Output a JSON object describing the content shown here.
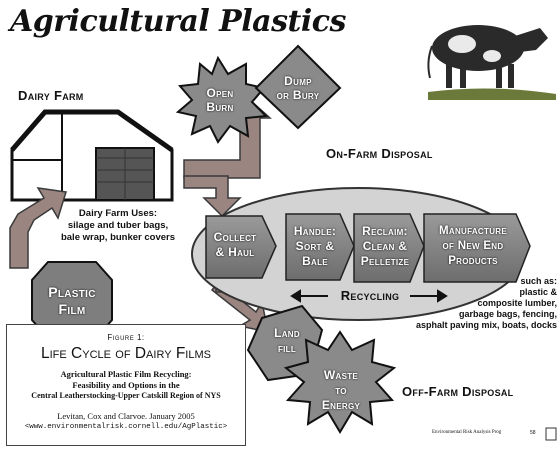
{
  "title": "Agricultural Plastics",
  "dairy_farm": {
    "label": "Dairy Farm",
    "uses": [
      "Dairy Farm Uses:",
      "silage and tuber bags,",
      "bale wrap, bunker covers"
    ]
  },
  "plastic_film": [
    "Plastic",
    "Film"
  ],
  "on_farm": {
    "open_burn": [
      "Open",
      "Burn"
    ],
    "dump_or_bury": [
      "Dump",
      "or Bury"
    ],
    "label": "On-Farm Disposal"
  },
  "recycling": {
    "steps": [
      {
        "lines": [
          "Collect",
          "& Haul"
        ]
      },
      {
        "lines": [
          "Handle:",
          "Sort &",
          "Bale"
        ]
      },
      {
        "lines": [
          "Reclaim:",
          "Clean &",
          "Pelletize"
        ]
      },
      {
        "lines": [
          "Manufacture",
          "of New End",
          "Products"
        ]
      }
    ],
    "label": "Recycling",
    "such_as": [
      "such as:",
      "plastic &",
      "composite lumber,",
      "garbage bags, fencing,",
      "asphalt paving mix, boats, docks"
    ]
  },
  "off_farm": {
    "landfill": [
      "Land",
      "fill"
    ],
    "waste_to_energy": [
      "Waste",
      "to",
      "Energy"
    ],
    "label": "Off-Farm Disposal"
  },
  "figure": {
    "number": "Figure 1:",
    "title": "Life Cycle of Dairy Films",
    "sub1": "Agricultural Plastic Film Recycling:",
    "sub2": "Feasibility and Options in the",
    "sub3": "Central Leatherstocking-Upper Catskill Region of NYS",
    "authors": "Levitan, Cox and Clarvoe. January 2005",
    "url": "<www.environmentalrisk.cornell.edu/AgPlastic>"
  },
  "footer": {
    "note": "Environmental Risk Analysis Prog",
    "page": "58"
  },
  "colors": {
    "box": "#8a8a8a",
    "arrow": "#9a8580",
    "ellipse": "#d3d3d3"
  }
}
